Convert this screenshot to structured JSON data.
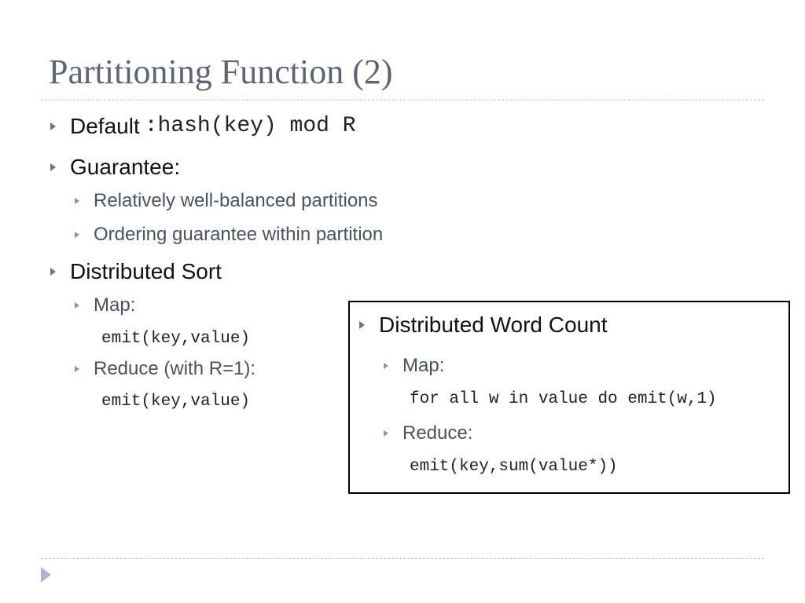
{
  "slide": {
    "title": "Partitioning Function (2)"
  },
  "main": {
    "default_label": "Default",
    "default_code": ":hash(key) mod R",
    "guarantee_label": "Guarantee:",
    "guarantee_items": [
      "Relatively well-balanced partitions",
      "Ordering guarantee within partition"
    ],
    "sort_label": "Distributed Sort",
    "sort_map_label": "Map:",
    "sort_map_code": "emit(key,value)",
    "sort_reduce_label": "Reduce (with R=1):",
    "sort_reduce_code": "emit(key,value)"
  },
  "box": {
    "title": "Distributed Word Count",
    "map_label": "Map:",
    "map_code": "for all w in value do emit(w,1)",
    "reduce_label": "Reduce:",
    "reduce_code": "emit(key,sum(value*))"
  },
  "colors": {
    "title": "#5e6474",
    "bullet": "#6a7686",
    "rule": "#b4c2cc"
  },
  "icons": {
    "bullet": "triangle-right-icon",
    "nav": "next-slide-icon"
  }
}
